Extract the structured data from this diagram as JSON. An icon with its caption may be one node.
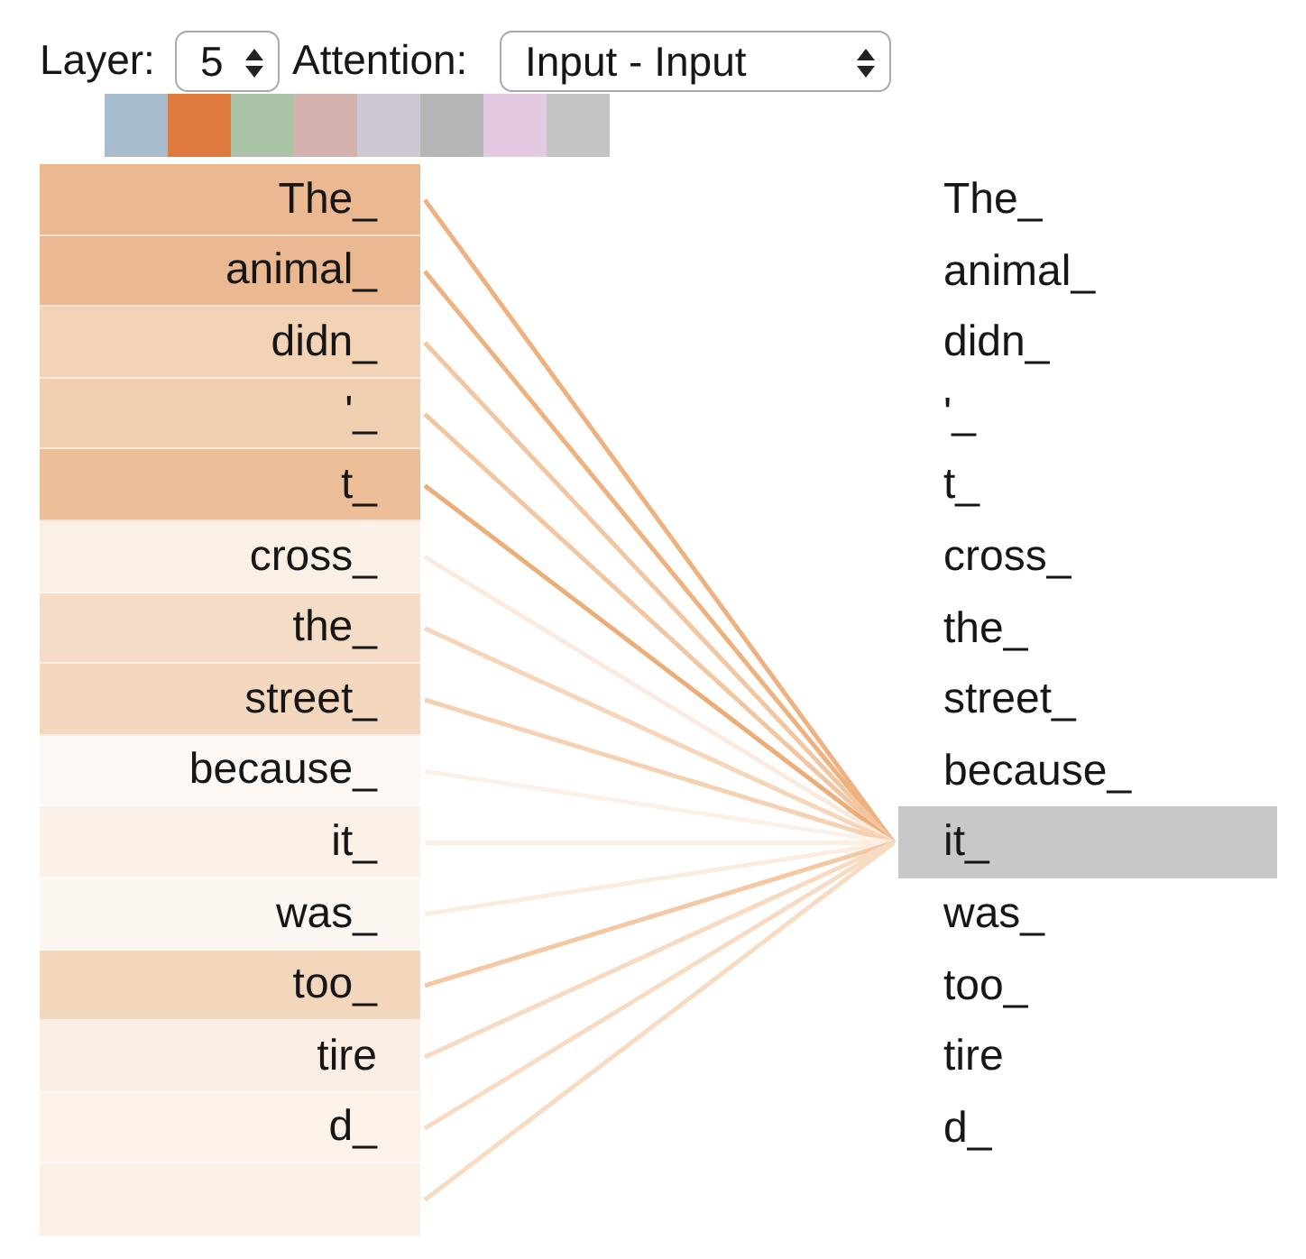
{
  "diagram": {
    "nodes": [
      {
        "text": [
          "The_"
        ]
      },
      {
        "text": [
          "animal_"
        ]
      },
      {
        "text": [
          "didn_"
        ]
      },
      {
        "text": [
          "'_"
        ]
      },
      {
        "text": [
          "t_"
        ]
      },
      {
        "text": [
          "cross_"
        ]
      },
      {
        "text": [
          "the_"
        ]
      },
      {
        "text": [
          "street_"
        ]
      },
      {
        "text": [
          "because_"
        ]
      },
      {
        "text": [
          "it_"
        ]
      },
      {
        "text": [
          "was_"
        ]
      },
      {
        "text": [
          "too_"
        ]
      },
      {
        "text": [
          "tire"
        ]
      },
      {
        "text": [
          "d_"
        ]
      },
      {
        "text": [],
        "shape": "box"
      },
      {
        "text": [
          "The_"
        ]
      },
      {
        "text": [
          "animal_"
        ]
      },
      {
        "text": [
          "didn_"
        ]
      },
      {
        "text": [
          "'_"
        ]
      },
      {
        "text": [
          "t_"
        ]
      },
      {
        "text": [
          "cross_"
        ]
      },
      {
        "text": [
          "the_"
        ]
      },
      {
        "text": [
          "street_"
        ]
      },
      {
        "text": [
          "because_"
        ]
      },
      {
        "text": [
          "it_"
        ]
      },
      {
        "text": [
          "was_"
        ]
      },
      {
        "text": [
          "too_"
        ]
      },
      {
        "text": [
          "tire"
        ]
      },
      {
        "text": [
          "d_"
        ]
      }
    ],
    "edges": [
      {
        "from": 0,
        "to": 24,
        "arrow": "none",
        "color": "#eeb280"
      },
      {
        "from": 1,
        "to": 24,
        "arrow": "none",
        "color": "#eeb280"
      },
      {
        "from": 2,
        "to": 24,
        "arrow": "none",
        "color": "#f2c6a0"
      },
      {
        "from": 3,
        "to": 24,
        "arrow": "none",
        "color": "#f2c6a0"
      },
      {
        "from": 4,
        "to": 24,
        "arrow": "none",
        "color": "#ecae78"
      },
      {
        "from": 5,
        "to": 24,
        "arrow": "none",
        "color": "#fbebde"
      },
      {
        "from": 6,
        "to": 24,
        "arrow": "none",
        "color": "#f6d5b8"
      },
      {
        "from": 7,
        "to": 24,
        "arrow": "none",
        "color": "#f5d1b2"
      },
      {
        "from": 8,
        "to": 24,
        "arrow": "none",
        "color": "#fcf1e8"
      },
      {
        "from": 9,
        "to": 24,
        "arrow": "none",
        "color": "#fbeee3"
      },
      {
        "from": 10,
        "to": 24,
        "arrow": "none",
        "color": "#fbece0"
      },
      {
        "from": 11,
        "to": 24,
        "arrow": "none",
        "color": "#f3c8a3"
      },
      {
        "from": 12,
        "to": 24,
        "arrow": "none",
        "color": "#f7dac1"
      },
      {
        "from": 13,
        "to": 24,
        "arrow": "none",
        "color": "#f7dbc3"
      },
      {
        "from": 14,
        "to": 24,
        "arrow": "none",
        "color": "#f7dbc2"
      }
    ],
    "labels": [
      "Layer:",
      "5",
      "Attention:",
      "Input - Input"
    ]
  }
}
